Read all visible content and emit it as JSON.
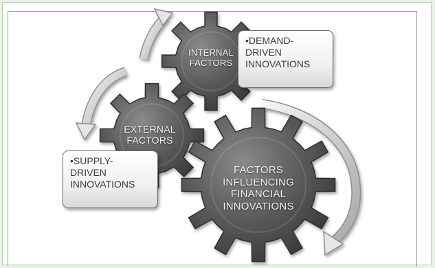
{
  "gears": [
    {
      "id": "internal",
      "label": "INTERNAL\nFACTORS"
    },
    {
      "id": "external",
      "label": "EXTERNAL\nFACTORS"
    },
    {
      "id": "main",
      "label": "FACTORS\nINFLUENCING\nFINANCIAL\nINNOVATIONS"
    }
  ],
  "notes": [
    {
      "id": "demand",
      "text": "•DEMAND-\nDRIVEN\nINNOVATIONS"
    },
    {
      "id": "supply",
      "text": "•SUPPLY-\nDRIVEN\nINNOVATIONS"
    }
  ],
  "colors": {
    "gear_dark": "#3f3f3f",
    "gear_light": "#8a8a8a",
    "arrow_light": "#eeeeee",
    "arrow_dark": "#9c9c9c",
    "page_background": "#e8f3e6"
  }
}
